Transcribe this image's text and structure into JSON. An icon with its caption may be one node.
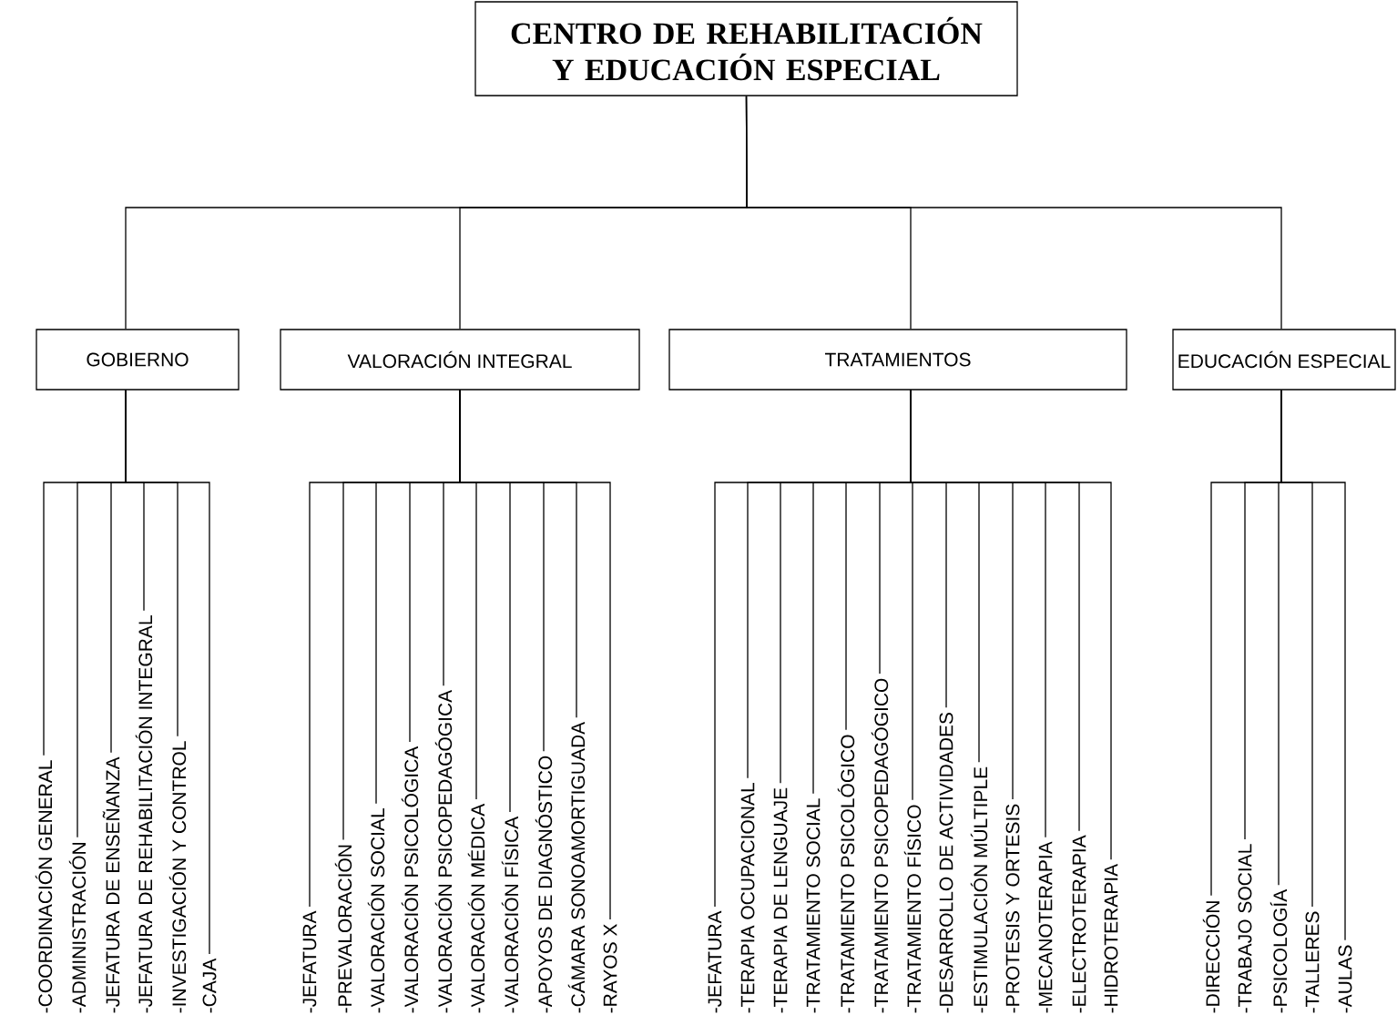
{
  "diagram": {
    "nodes": [
      {
        "text": [
          "CENTRO DE REHABILITACIÓN Y EDUCACIÓN ESPECIAL"
        ]
      },
      {
        "text": [
          "GOBIERNO"
        ]
      },
      {
        "text": [
          "VALORACIÓN INTEGRAL"
        ]
      },
      {
        "text": [
          "TRATAMIENTOS"
        ]
      },
      {
        "text": [
          "EDUCACIÓN ESPECIAL"
        ]
      },
      {
        "text": [
          "-COORDINACIÓN GENERAL"
        ]
      },
      {
        "text": [
          "-ADMINISTRACIÓN"
        ]
      },
      {
        "text": [
          "-JEFATURA DE ENSEÑANZA"
        ]
      },
      {
        "text": [
          "-JEFATURA DE REHABILITACIÓN INTEGRAL"
        ]
      },
      {
        "text": [
          "-INVESTIGACIÓN Y CONTROL"
        ]
      },
      {
        "text": [
          "-CAJA"
        ]
      },
      {
        "text": [
          "-JEFATURA"
        ]
      },
      {
        "text": [
          "-PREVALORACIÓN"
        ]
      },
      {
        "text": [
          "-VALORACIÓN SOCIAL"
        ]
      },
      {
        "text": [
          "-VALORACIÓN PSICOLÓGICA"
        ]
      },
      {
        "text": [
          "-VALORACIÓN PSICOPEDAGÓGICA"
        ]
      },
      {
        "text": [
          "-VALORACIÓN MÉDICA"
        ]
      },
      {
        "text": [
          "-VALORACIÓN FÍSICA"
        ]
      },
      {
        "text": [
          "-APOYOS DE DIAGNÓSTICO"
        ]
      },
      {
        "text": [
          "-CÁMARA SONOAMORTIGUADA"
        ]
      },
      {
        "text": [
          "-RAYOS X"
        ]
      },
      {
        "text": [
          "-JEFATURA"
        ]
      },
      {
        "text": [
          "-TERAPIA OCUPACIONAL"
        ]
      },
      {
        "text": [
          "-TERAPIA DE LENGUAJE"
        ]
      },
      {
        "text": [
          "-TRATAMIENTO SOCIAL"
        ]
      },
      {
        "text": [
          "-TRATAMIENTO PSICOLÓGICO"
        ]
      },
      {
        "text": [
          "-TRATAMIENTO PSICOPEDAGÓGICO"
        ]
      },
      {
        "text": [
          "-TRATAMIENTO FÍSICO"
        ]
      },
      {
        "text": [
          "-DESARROLLO DE ACTIVIDADES"
        ]
      },
      {
        "text": [
          "-ESTIMULACIÓN MÚLTIPLE"
        ]
      },
      {
        "text": [
          "-PROTESIS Y ORTESIS"
        ]
      },
      {
        "text": [
          "-MECANOTERAPIA"
        ]
      },
      {
        "text": [
          "-ELECTROTERAPIA"
        ]
      },
      {
        "text": [
          "-HIDROTERAPIA"
        ]
      },
      {
        "text": [
          "-DIRECCIÓN"
        ]
      },
      {
        "text": [
          "-TRABAJO SOCIAL"
        ]
      },
      {
        "text": [
          "-PSICOLOGÍA"
        ]
      },
      {
        "text": [
          "-TALLERES"
        ]
      },
      {
        "text": [
          "-AULAS"
        ]
      }
    ],
    "edges": [
      {
        "from": 0,
        "to": 1,
        "arrow": "none"
      },
      {
        "from": 0,
        "to": 2,
        "arrow": "none"
      },
      {
        "from": 0,
        "to": 3,
        "arrow": "none"
      },
      {
        "from": 0,
        "to": 4,
        "arrow": "none"
      },
      {
        "from": 1,
        "to": 5,
        "arrow": "none"
      },
      {
        "from": 1,
        "to": 6,
        "arrow": "none"
      },
      {
        "from": 1,
        "to": 7,
        "arrow": "none"
      },
      {
        "from": 1,
        "to": 8,
        "arrow": "none"
      },
      {
        "from": 1,
        "to": 9,
        "arrow": "none"
      },
      {
        "from": 1,
        "to": 10,
        "arrow": "none"
      },
      {
        "from": 2,
        "to": 11,
        "arrow": "none"
      },
      {
        "from": 2,
        "to": 12,
        "arrow": "none"
      },
      {
        "from": 2,
        "to": 13,
        "arrow": "none"
      },
      {
        "from": 2,
        "to": 14,
        "arrow": "none"
      },
      {
        "from": 2,
        "to": 15,
        "arrow": "none"
      },
      {
        "from": 2,
        "to": 16,
        "arrow": "none"
      },
      {
        "from": 2,
        "to": 17,
        "arrow": "none"
      },
      {
        "from": 2,
        "to": 18,
        "arrow": "none"
      },
      {
        "from": 2,
        "to": 19,
        "arrow": "none"
      },
      {
        "from": 2,
        "to": 20,
        "arrow": "none"
      },
      {
        "from": 3,
        "to": 21,
        "arrow": "none"
      },
      {
        "from": 3,
        "to": 22,
        "arrow": "none"
      },
      {
        "from": 3,
        "to": 23,
        "arrow": "none"
      },
      {
        "from": 3,
        "to": 24,
        "arrow": "none"
      },
      {
        "from": 3,
        "to": 25,
        "arrow": "none"
      },
      {
        "from": 3,
        "to": 26,
        "arrow": "none"
      },
      {
        "from": 3,
        "to": 27,
        "arrow": "none"
      },
      {
        "from": 3,
        "to": 28,
        "arrow": "none"
      },
      {
        "from": 3,
        "to": 29,
        "arrow": "none"
      },
      {
        "from": 3,
        "to": 30,
        "arrow": "none"
      },
      {
        "from": 3,
        "to": 31,
        "arrow": "none"
      },
      {
        "from": 3,
        "to": 32,
        "arrow": "none"
      },
      {
        "from": 3,
        "to": 33,
        "arrow": "none"
      },
      {
        "from": 4,
        "to": 34,
        "arrow": "none"
      },
      {
        "from": 4,
        "to": 35,
        "arrow": "none"
      },
      {
        "from": 4,
        "to": 36,
        "arrow": "none"
      },
      {
        "from": 4,
        "to": 37,
        "arrow": "none"
      },
      {
        "from": 4,
        "to": 38,
        "arrow": "none"
      }
    ]
  }
}
